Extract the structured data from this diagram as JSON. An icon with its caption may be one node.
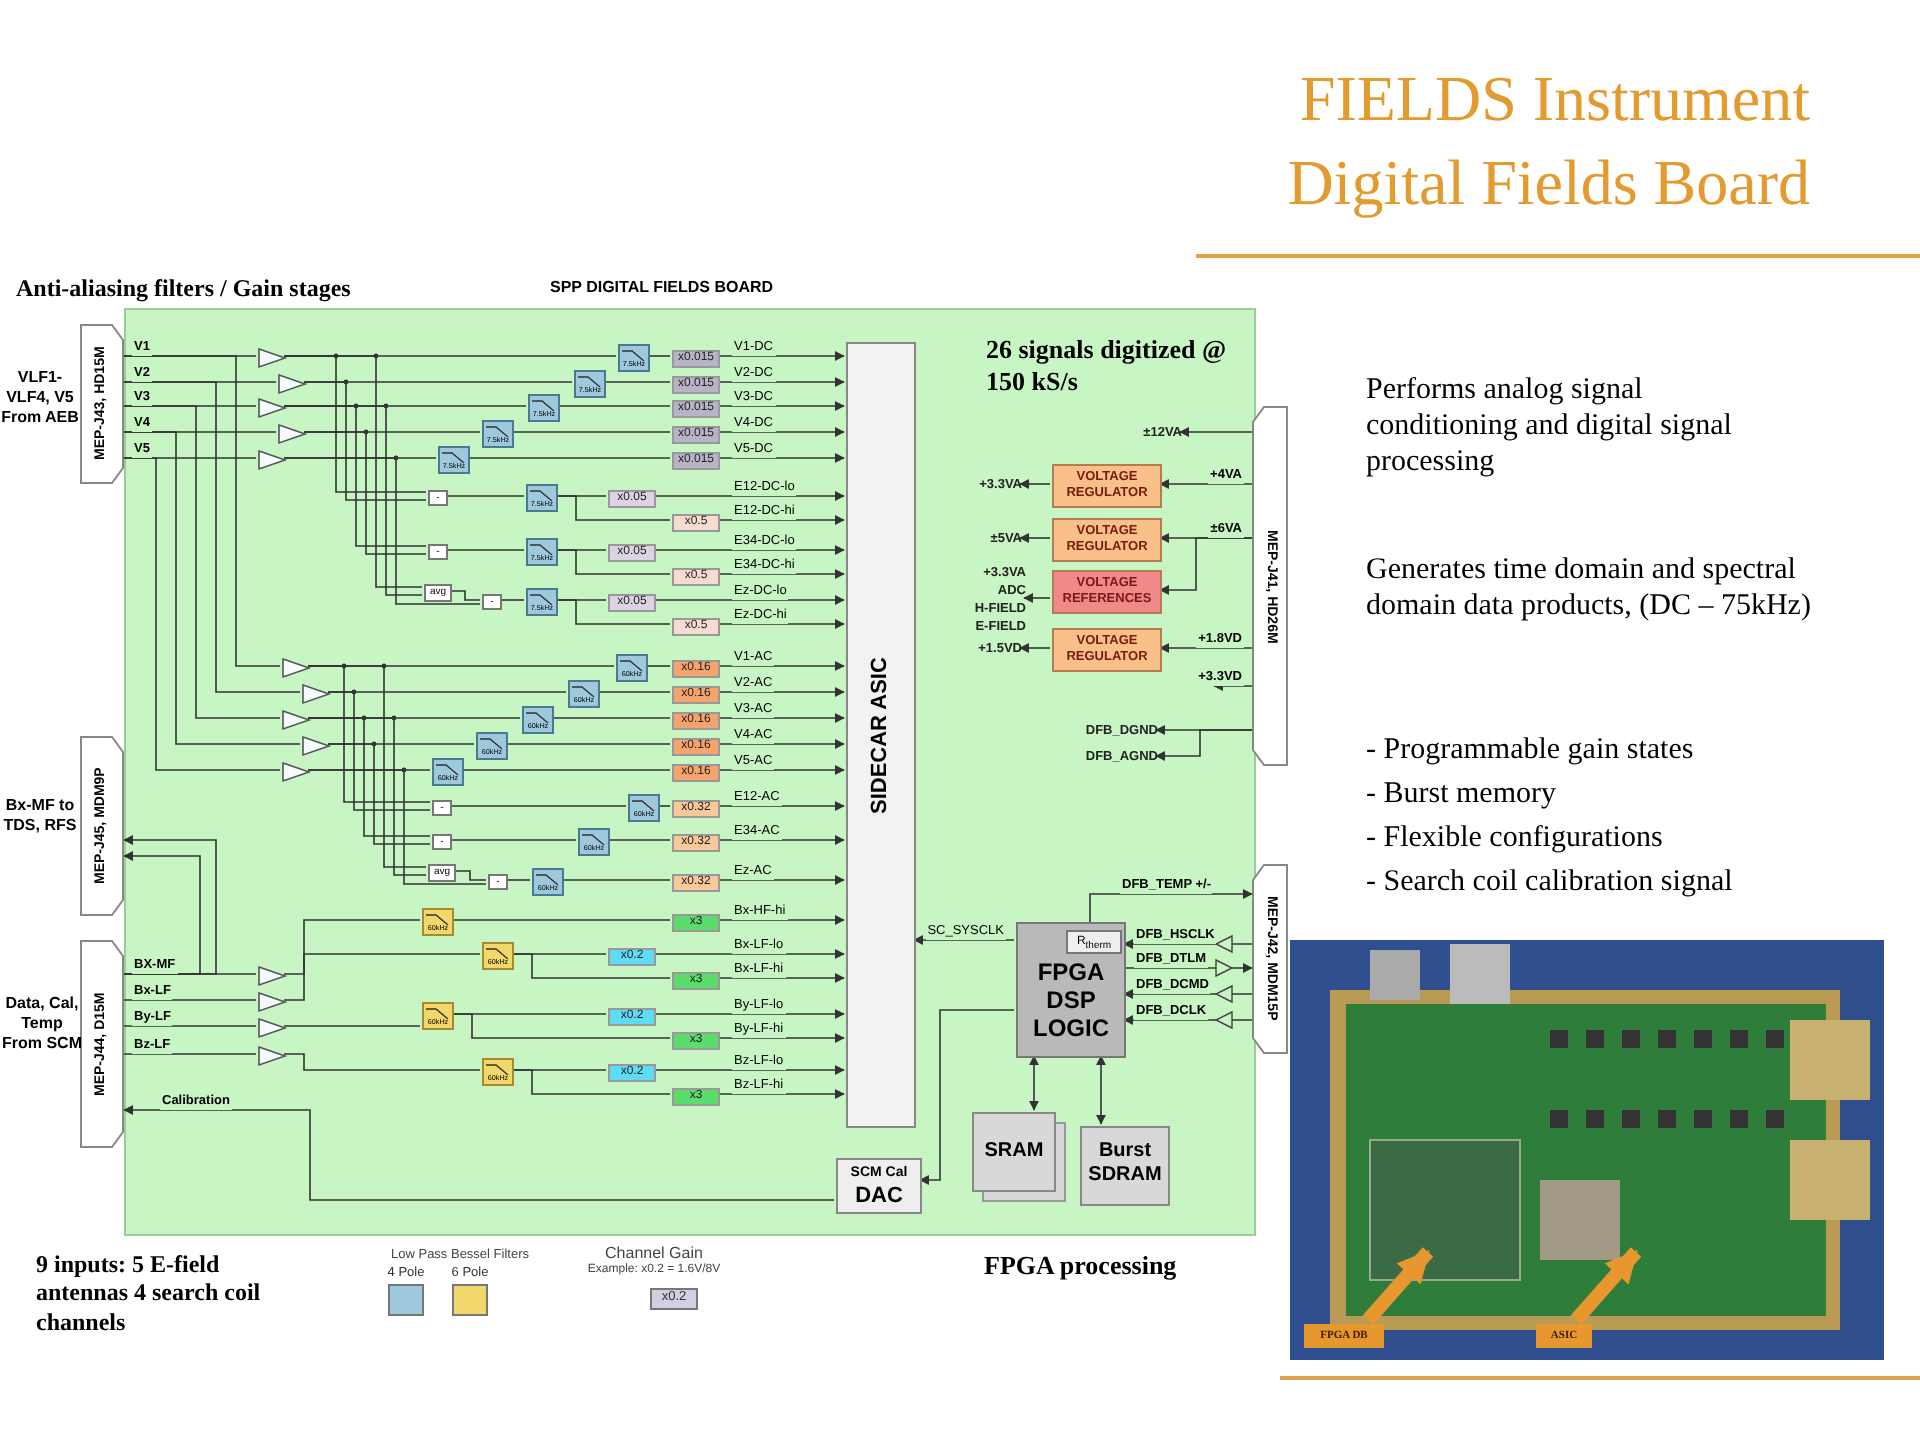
{
  "diagram": {
    "title": "FIELDS Instrument Digital Fields Board",
    "nodes": [
      {
        "text": [
          "SPP DIGITAL FIELDS BOARD"
        ]
      },
      {
        "text": [
          "MEP-J43, HD15M"
        ],
        "beside": [
          "VLF1-VLF4, V5 From AEB"
        ]
      },
      {
        "text": [
          "MEP-J45, MDM9P"
        ],
        "beside": [
          "Bx-MF to TDS, RFS"
        ]
      },
      {
        "text": [
          "MEP-J44, D15M"
        ],
        "beside": [
          "Data, Cal, Temp From SCM"
        ]
      },
      {
        "text": [
          "MEP-J41, HD26M"
        ]
      },
      {
        "text": [
          "MEP-J42, MDM15P"
        ]
      },
      {
        "text": [
          "SIDECAR ASIC"
        ],
        "in": 0
      },
      {
        "text": [
          "VOLTAGE REGULATOR"
        ],
        "in": 0
      },
      {
        "text": [
          "VOLTAGE REGULATOR"
        ],
        "in": 0
      },
      {
        "text": [
          "VOLTAGE REFERENCES"
        ],
        "in": 0
      },
      {
        "text": [
          "VOLTAGE REGULATOR"
        ],
        "in": 0
      },
      {
        "text": [
          "FPGA DSP LOGIC"
        ],
        "in": 0
      },
      {
        "text": [
          "R$_{therm}$"
        ],
        "in": 11
      },
      {
        "text": [
          "SRAM"
        ],
        "in": 0
      },
      {
        "text": [
          "Burst SDRAM"
        ],
        "in": 0
      },
      {
        "text": [
          "SCM Cal",
          "DAC"
        ],
        "in": 0
      },
      {
        "text": [
          "±12VA"
        ],
        "in": 0
      },
      {
        "text": [
          "+3.3VA"
        ],
        "in": 0
      },
      {
        "text": [
          "±5VA"
        ],
        "in": 0
      },
      {
        "text": [
          "+3.3VA ADC H-FIELD E-FIELD"
        ],
        "in": 0
      },
      {
        "text": [
          "+1.5VD"
        ],
        "in": 0
      },
      {
        "text": [
          "DFB_DGND"
        ],
        "in": 0
      },
      {
        "text": [
          "DFB_AGND"
        ],
        "in": 0
      },
      {
        "text": [],
        "shape": "triangle",
        "in": 0
      },
      {
        "text": [],
        "shape": "triangle",
        "in": 0
      },
      {
        "text": [],
        "shape": "triangle",
        "in": 0
      },
      {
        "text": [],
        "shape": "triangle",
        "in": 0
      },
      {
        "text": [],
        "shape": "triangle",
        "in": 0
      },
      {
        "text": [],
        "shape": "triangle",
        "in": 0
      },
      {
        "text": [],
        "shape": "triangle",
        "in": 0
      },
      {
        "text": [],
        "shape": "triangle",
        "in": 0
      },
      {
        "text": [],
        "shape": "triangle",
        "in": 0
      },
      {
        "text": [],
        "shape": "triangle",
        "in": 0
      },
      {
        "text": [],
        "shape": "triangle",
        "in": 0
      },
      {
        "text": [],
        "shape": "triangle",
        "in": 0
      },
      {
        "text": [],
        "shape": "triangle",
        "in": 0
      },
      {
        "text": [],
        "shape": "triangle",
        "in": 0
      },
      {
        "text": [
          "-"
        ],
        "in": 0
      },
      {
        "text": [
          "-"
        ],
        "in": 0
      },
      {
        "text": [
          "avg"
        ],
        "in": 0
      },
      {
        "text": [
          "-"
        ],
        "in": 0
      },
      {
        "text": [
          "-"
        ],
        "in": 0
      },
      {
        "text": [
          "-"
        ],
        "in": 0
      },
      {
        "text": [
          "avg"
        ],
        "in": 0
      },
      {
        "text": [
          "-"
        ],
        "in": 0
      },
      {
        "text": [
          "7.5kHz"
        ],
        "in": 0
      },
      {
        "text": [
          "7.5kHz"
        ],
        "in": 0
      },
      {
        "text": [
          "7.5kHz"
        ],
        "in": 0
      },
      {
        "text": [
          "7.5kHz"
        ],
        "in": 0
      },
      {
        "text": [
          "7.5kHz"
        ],
        "in": 0
      },
      {
        "text": [
          "7.5kHz"
        ],
        "in": 0
      },
      {
        "text": [
          "7.5kHz"
        ],
        "in": 0
      },
      {
        "text": [
          "7.5kHz"
        ],
        "in": 0
      },
      {
        "text": [
          "60kHz"
        ],
        "in": 0
      },
      {
        "text": [
          "60kHz"
        ],
        "in": 0
      },
      {
        "text": [
          "60kHz"
        ],
        "in": 0
      },
      {
        "text": [
          "60kHz"
        ],
        "in": 0
      },
      {
        "text": [
          "60kHz"
        ],
        "in": 0
      },
      {
        "text": [
          "60kHz"
        ],
        "in": 0
      },
      {
        "text": [
          "60kHz"
        ],
        "in": 0
      },
      {
        "text": [
          "60kHz"
        ],
        "in": 0
      },
      {
        "text": [
          "60kHz"
        ],
        "in": 0
      },
      {
        "text": [
          "60kHz"
        ],
        "in": 0
      },
      {
        "text": [
          "60kHz"
        ],
        "in": 0
      },
      {
        "text": [
          "60kHz"
        ],
        "in": 0
      },
      {
        "text": [
          "x0.015"
        ],
        "in": 0
      },
      {
        "text": [
          "x0.015"
        ],
        "in": 0
      },
      {
        "text": [
          "x0.015"
        ],
        "in": 0
      },
      {
        "text": [
          "x0.015"
        ],
        "in": 0
      },
      {
        "text": [
          "x0.015"
        ],
        "in": 0
      },
      {
        "text": [
          "x0.05"
        ],
        "in": 0
      },
      {
        "text": [
          "x0.5"
        ],
        "in": 0
      },
      {
        "text": [
          "x0.05"
        ],
        "in": 0
      },
      {
        "text": [
          "x0.5"
        ],
        "in": 0
      },
      {
        "text": [
          "x0.05"
        ],
        "in": 0
      },
      {
        "text": [
          "x0.5"
        ],
        "in": 0
      },
      {
        "text": [
          "x0.16"
        ],
        "in": 0
      },
      {
        "text": [
          "x0.16"
        ],
        "in": 0
      },
      {
        "text": [
          "x0.16"
        ],
        "in": 0
      },
      {
        "text": [
          "x0.16"
        ],
        "in": 0
      },
      {
        "text": [
          "x0.16"
        ],
        "in": 0
      },
      {
        "text": [
          "x0.32"
        ],
        "in": 0
      },
      {
        "text": [
          "x0.32"
        ],
        "in": 0
      },
      {
        "text": [
          "x0.32"
        ],
        "in": 0
      },
      {
        "text": [
          "x3"
        ],
        "in": 0
      },
      {
        "text": [
          "x0.2"
        ],
        "in": 0
      },
      {
        "text": [
          "x3"
        ],
        "in": 0
      },
      {
        "text": [
          "x0.2"
        ],
        "in": 0
      },
      {
        "text": [
          "x3"
        ],
        "in": 0
      },
      {
        "text": [
          "x0.2"
        ],
        "in": 0
      },
      {
        "text": [
          "x3"
        ],
        "in": 0
      },
      {
        "text": [],
        "shape": "picture"
      },
      {
        "text": [
          "FPGA DB"
        ],
        "in": 91
      },
      {
        "text": [
          "ASIC"
        ],
        "in": 91
      }
    ],
    "edges": [
      {
        "from": 1,
        "to": 23,
        "arrow": "none",
        "label": "V1"
      },
      {
        "from": 1,
        "to": 24,
        "arrow": "none",
        "label": "V2"
      },
      {
        "from": 1,
        "to": 25,
        "arrow": "none",
        "label": "V3"
      },
      {
        "from": 1,
        "to": 26,
        "arrow": "none",
        "label": "V4"
      },
      {
        "from": 1,
        "to": 27,
        "arrow": "none",
        "label": "V5"
      },
      {
        "from": 1,
        "to": 28,
        "arrow": "none"
      },
      {
        "from": 1,
        "to": 29,
        "arrow": "none"
      },
      {
        "from": 1,
        "to": 30,
        "arrow": "none"
      },
      {
        "from": 1,
        "to": 31,
        "arrow": "none"
      },
      {
        "from": 1,
        "to": 32,
        "arrow": "none"
      },
      {
        "from": 23,
        "to": 45,
        "arrow": "none"
      },
      {
        "from": 24,
        "to": 46,
        "arrow": "none"
      },
      {
        "from": 25,
        "to": 47,
        "arrow": "none"
      },
      {
        "from": 26,
        "to": 48,
        "arrow": "none"
      },
      {
        "from": 27,
        "to": 49,
        "arrow": "none"
      },
      {
        "from": 45,
        "to": 65,
        "arrow": "none"
      },
      {
        "from": 46,
        "to": 66,
        "arrow": "none"
      },
      {
        "from": 47,
        "to": 67,
        "arrow": "none"
      },
      {
        "from": 48,
        "to": 68,
        "arrow": "none"
      },
      {
        "from": 49,
        "to": 69,
        "arrow": "none"
      },
      {
        "from": 65,
        "to": 6,
        "arrow": "to",
        "label": "V1-DC"
      },
      {
        "from": 66,
        "to": 6,
        "arrow": "to",
        "label": "V2-DC"
      },
      {
        "from": 67,
        "to": 6,
        "arrow": "to",
        "label": "V3-DC"
      },
      {
        "from": 68,
        "to": 6,
        "arrow": "to",
        "label": "V4-DC"
      },
      {
        "from": 69,
        "to": 6,
        "arrow": "to",
        "label": "V5-DC"
      },
      {
        "from": 37,
        "to": 50,
        "arrow": "none"
      },
      {
        "from": 38,
        "to": 51,
        "arrow": "none"
      },
      {
        "from": 39,
        "to": 40,
        "arrow": "none"
      },
      {
        "from": 40,
        "to": 52,
        "arrow": "none"
      },
      {
        "from": 50,
        "to": 70,
        "arrow": "none"
      },
      {
        "from": 50,
        "to": 71,
        "arrow": "none"
      },
      {
        "from": 51,
        "to": 72,
        "arrow": "none"
      },
      {
        "from": 51,
        "to": 73,
        "arrow": "none"
      },
      {
        "from": 52,
        "to": 74,
        "arrow": "none"
      },
      {
        "from": 52,
        "to": 75,
        "arrow": "none"
      },
      {
        "from": 70,
        "to": 6,
        "arrow": "to",
        "label": "E12-DC-lo"
      },
      {
        "from": 71,
        "to": 6,
        "arrow": "to",
        "label": "E12-DC-hi"
      },
      {
        "from": 72,
        "to": 6,
        "arrow": "to",
        "label": "E34-DC-lo"
      },
      {
        "from": 73,
        "to": 6,
        "arrow": "to",
        "label": "E34-DC-hi"
      },
      {
        "from": 74,
        "to": 6,
        "arrow": "to",
        "label": "Ez-DC-lo"
      },
      {
        "from": 75,
        "to": 6,
        "arrow": "to",
        "label": "Ez-DC-hi"
      },
      {
        "from": 28,
        "to": 53,
        "arrow": "none"
      },
      {
        "from": 29,
        "to": 54,
        "arrow": "none"
      },
      {
        "from": 30,
        "to": 55,
        "arrow": "none"
      },
      {
        "from": 31,
        "to": 56,
        "arrow": "none"
      },
      {
        "from": 32,
        "to": 57,
        "arrow": "none"
      },
      {
        "from": 53,
        "to": 76,
        "arrow": "none"
      },
      {
        "from": 54,
        "to": 77,
        "arrow": "none"
      },
      {
        "from": 55,
        "to": 78,
        "arrow": "none"
      },
      {
        "from": 56,
        "to": 79,
        "arrow": "none"
      },
      {
        "from": 57,
        "to": 80,
        "arrow": "none"
      },
      {
        "from": 76,
        "to": 6,
        "arrow": "to",
        "label": "V1-AC"
      },
      {
        "from": 77,
        "to": 6,
        "arrow": "to",
        "label": "V2-AC"
      },
      {
        "from": 78,
        "to": 6,
        "arrow": "to",
        "label": "V3-AC"
      },
      {
        "from": 79,
        "to": 6,
        "arrow": "to",
        "label": "V4-AC"
      },
      {
        "from": 80,
        "to": 6,
        "arrow": "to",
        "label": "V5-AC"
      },
      {
        "from": 23,
        "to": 37,
        "arrow": "none"
      },
      {
        "from": 24,
        "to": 37,
        "arrow": "none"
      },
      {
        "from": 25,
        "to": 38,
        "arrow": "none"
      },
      {
        "from": 26,
        "to": 38,
        "arrow": "none"
      },
      {
        "from": 23,
        "to": 39,
        "arrow": "none"
      },
      {
        "from": 25,
        "to": 39,
        "arrow": "none"
      },
      {
        "from": 27,
        "to": 40,
        "arrow": "none"
      },
      {
        "from": 28,
        "to": 41,
        "arrow": "none"
      },
      {
        "from": 29,
        "to": 41,
        "arrow": "none"
      },
      {
        "from": 30,
        "to": 42,
        "arrow": "none"
      },
      {
        "from": 31,
        "to": 42,
        "arrow": "none"
      },
      {
        "from": 28,
        "to": 43,
        "arrow": "none"
      },
      {
        "from": 30,
        "to": 43,
        "arrow": "none"
      },
      {
        "from": 32,
        "to": 44,
        "arrow": "none"
      },
      {
        "from": 41,
        "to": 58,
        "arrow": "none"
      },
      {
        "from": 42,
        "to": 59,
        "arrow": "none"
      },
      {
        "from": 43,
        "to": 44,
        "arrow": "none"
      },
      {
        "from": 44,
        "to": 60,
        "arrow": "none"
      },
      {
        "from": 58,
        "to": 81,
        "arrow": "none"
      },
      {
        "from": 59,
        "to": 82,
        "arrow": "none"
      },
      {
        "from": 60,
        "to": 83,
        "arrow": "none"
      },
      {
        "from": 81,
        "to": 6,
        "arrow": "to",
        "label": "E12-AC"
      },
      {
        "from": 82,
        "to": 6,
        "arrow": "to",
        "label": "E34-AC"
      },
      {
        "from": 83,
        "to": 6,
        "arrow": "to",
        "label": "Ez-AC"
      },
      {
        "from": 3,
        "to": 33,
        "arrow": "none",
        "label": "BX-MF"
      },
      {
        "from": 3,
        "to": 34,
        "arrow": "none",
        "label": "Bx-LF"
      },
      {
        "from": 3,
        "to": 35,
        "arrow": "none",
        "label": "By-LF"
      },
      {
        "from": 3,
        "to": 36,
        "arrow": "none",
        "label": "Bz-LF"
      },
      {
        "from": 33,
        "to": 61,
        "arrow": "none"
      },
      {
        "from": 34,
        "to": 62,
        "arrow": "none"
      },
      {
        "from": 35,
        "to": 63,
        "arrow": "none"
      },
      {
        "from": 36,
        "to": 64,
        "arrow": "none"
      },
      {
        "from": 61,
        "to": 84,
        "arrow": "none"
      },
      {
        "from": 62,
        "to": 85,
        "arrow": "none"
      },
      {
        "from": 62,
        "to": 86,
        "arrow": "none"
      },
      {
        "from": 63,
        "to": 87,
        "arrow": "none"
      },
      {
        "from": 63,
        "to": 88,
        "arrow": "none"
      },
      {
        "from": 64,
        "to": 89,
        "arrow": "none"
      },
      {
        "from": 64,
        "to": 90,
        "arrow": "none"
      },
      {
        "from": 84,
        "to": 6,
        "arrow": "to",
        "label": "Bx-HF-hi"
      },
      {
        "from": 85,
        "to": 6,
        "arrow": "to",
        "label": "Bx-LF-lo"
      },
      {
        "from": 86,
        "to": 6,
        "arrow": "to",
        "label": "Bx-LF-hi"
      },
      {
        "from": 87,
        "to": 6,
        "arrow": "to",
        "label": "By-LF-lo"
      },
      {
        "from": 88,
        "to": 6,
        "arrow": "to",
        "label": "By-LF-hi"
      },
      {
        "from": 89,
        "to": 6,
        "arrow": "to",
        "label": "Bz-LF-lo"
      },
      {
        "from": 90,
        "to": 6,
        "arrow": "to",
        "label": "Bz-LF-hi"
      },
      {
        "from": 3,
        "to": 2,
        "arrow": "to"
      },
      {
        "from": 3,
        "to": 2,
        "arrow": "to"
      },
      {
        "from": 15,
        "to": 3,
        "arrow": "to",
        "label": "Calibration"
      },
      {
        "from": 11,
        "to": 15,
        "arrow": "to"
      },
      {
        "from": 11,
        "to": 6,
        "arrow": "to",
        "label": "SC_SYSCLK"
      },
      {
        "from": 11,
        "to": 13,
        "arrow": "both"
      },
      {
        "from": 11,
        "to": 14,
        "arrow": "both"
      },
      {
        "from": 12,
        "to": 5,
        "arrow": "to",
        "label": "DFB_TEMP +/-"
      },
      {
        "from": 5,
        "to": 11,
        "arrow": "to",
        "label": "DFB_HSCLK"
      },
      {
        "from": 11,
        "to": 5,
        "arrow": "to",
        "label": "DFB_DTLM"
      },
      {
        "from": 5,
        "to": 11,
        "arrow": "to",
        "label": "DFB_DCMD"
      },
      {
        "from": 5,
        "to": 11,
        "arrow": "to",
        "label": "DFB_DCLK"
      },
      {
        "from": 4,
        "to": 16,
        "arrow": "to"
      },
      {
        "from": 4,
        "to": 7,
        "arrow": "to",
        "label": "+4VA"
      },
      {
        "from": 7,
        "to": 17,
        "arrow": "to"
      },
      {
        "from": 4,
        "to": 8,
        "arrow": "to",
        "label": "±6VA"
      },
      {
        "from": 4,
        "to": 9,
        "arrow": "to"
      },
      {
        "from": 8,
        "to": 18,
        "arrow": "to"
      },
      {
        "from": 9,
        "to": 19,
        "arrow": "to"
      },
      {
        "from": 4,
        "to": 10,
        "arrow": "to",
        "label": "+1.8VD"
      },
      {
        "from": 10,
        "to": 20,
        "arrow": "to"
      },
      {
        "from": 4,
        "to": null,
        "arrow": "to",
        "label": "+3.3VD"
      },
      {
        "from": 4,
        "to": 21,
        "arrow": "to"
      },
      {
        "from": 4,
        "to": 22,
        "arrow": "to"
      },
      {
        "from": 92,
        "to": null,
        "arrow": "to",
        "style": "thick",
        "color": "#e8962e"
      },
      {
        "from": 93,
        "to": null,
        "arrow": "to",
        "style": "thick",
        "color": "#e8962e"
      }
    ],
    "labels": [
      "Anti-aliasing filters / Gain stages",
      "26 signals digitized @ 150 kS/s",
      "Performs analog signal conditioning and digital signal processing",
      "Generates time domain and spectral domain data products, (DC – 75kHz)",
      "- Programmable gain states",
      "- Burst memory",
      "- Flexible configurations",
      "- Search coil calibration signal",
      "Low Pass Bessel Filters",
      "Channel Gain",
      "Example: x0.2 = 1.6V/8V",
      "9 inputs: 5 E-field antennas 4 search coil channels",
      "FPGA processing"
    ],
    "legend": [
      {
        "text": "4 Pole",
        "color": "#9ec9dc"
      },
      {
        "text": "6 Pole",
        "color": "#f2d86a"
      },
      {
        "text": "x0.2",
        "color": "#d3cfe2"
      }
    ]
  }
}
